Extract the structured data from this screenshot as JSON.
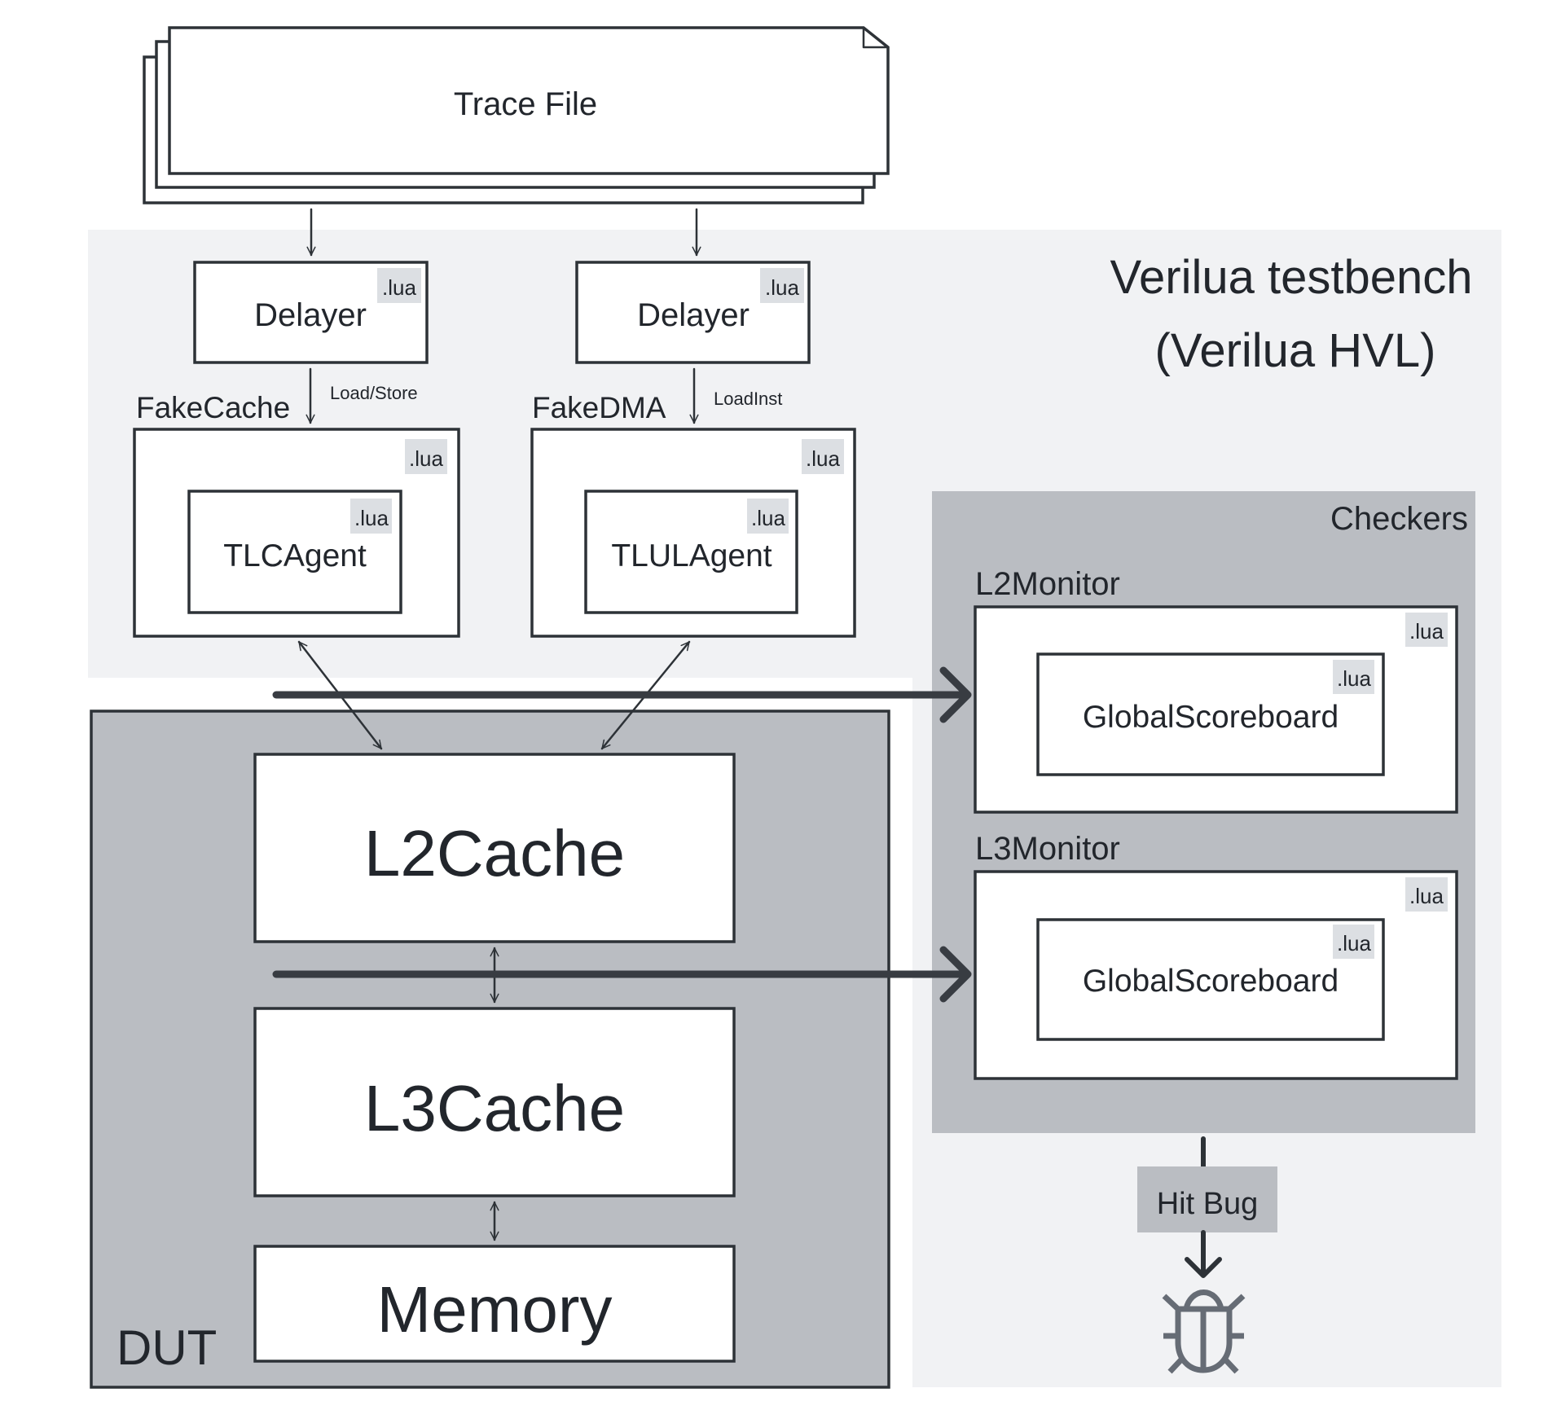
{
  "trace_file": {
    "label": "Trace File"
  },
  "testbench": {
    "title_line1": "Verilua testbench",
    "title_line2": "(Verilua HVL)"
  },
  "badge_label": ".lua",
  "left_path": {
    "delayer": {
      "label": "Delayer",
      "badge": ".lua"
    },
    "edge_label": "Load/Store",
    "component": {
      "label": "FakeCache",
      "badge": ".lua"
    },
    "agent": {
      "label": "TLCAgent",
      "badge": ".lua"
    }
  },
  "right_path": {
    "delayer": {
      "label": "Delayer",
      "badge": ".lua"
    },
    "edge_label": "LoadInst",
    "component": {
      "label": "FakeDMA",
      "badge": ".lua"
    },
    "agent": {
      "label": "TLULAgent",
      "badge": ".lua"
    }
  },
  "dut": {
    "label": "DUT",
    "blocks": [
      {
        "label": "L2Cache"
      },
      {
        "label": "L3Cache"
      },
      {
        "label": "Memory"
      }
    ]
  },
  "checkers": {
    "label": "Checkers",
    "monitors": [
      {
        "label": "L2Monitor",
        "badge": ".lua",
        "scoreboard": {
          "label": "GlobalScoreboard",
          "badge": ".lua"
        }
      },
      {
        "label": "L3Monitor",
        "badge": ".lua",
        "scoreboard": {
          "label": "GlobalScoreboard",
          "badge": ".lua"
        }
      }
    ]
  },
  "result": {
    "label": "Hit Bug",
    "icon": "bug-icon"
  },
  "colors": {
    "panel_light": "#f1f2f4",
    "panel_gray": "#babdc2",
    "badge": "#dcdfe3",
    "stroke": "#2d3237",
    "bug": "#666c75"
  }
}
